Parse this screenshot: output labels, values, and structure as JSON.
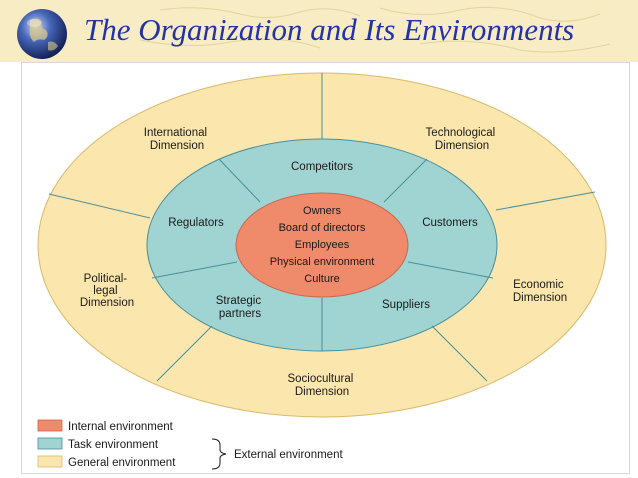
{
  "title": "The Organization and Its Environments",
  "colors": {
    "title_text": "#2233aa",
    "title_bar": "#f7ecc3",
    "internal": "#ef8a6b",
    "task": "#9fd4d2",
    "general": "#fbe6ad",
    "divider": "#4a8f9a"
  },
  "general_environment": {
    "international": [
      "International",
      "Dimension"
    ],
    "technological": [
      "Technological",
      "Dimension"
    ],
    "economic": [
      "Economic",
      "Dimension"
    ],
    "sociocultural": [
      "Sociocultural",
      "Dimension"
    ],
    "political_legal": [
      "Political-",
      "legal",
      "Dimension"
    ]
  },
  "task_environment": {
    "competitors": "Competitors",
    "customers": "Customers",
    "suppliers": "Suppliers",
    "strategic_partners": [
      "Strategic",
      "partners"
    ],
    "regulators": "Regulators"
  },
  "internal_environment": [
    "Owners",
    "Board of directors",
    "Employees",
    "Physical environment",
    "Culture"
  ],
  "legend": {
    "internal": "Internal environment",
    "task": "Task environment",
    "general": "General environment",
    "external": "External environment"
  }
}
